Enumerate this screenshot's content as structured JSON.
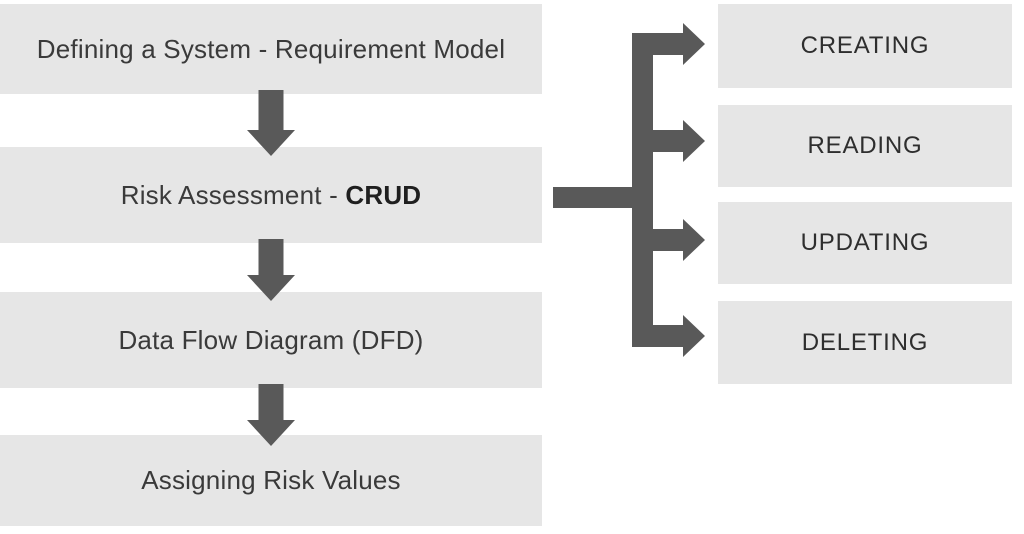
{
  "colors": {
    "background": "#ffffff",
    "box_fill": "#e6e6e6",
    "connector": "#595959",
    "step_text": "#3a3a3a",
    "operation_text": "#2e2e2e"
  },
  "flow_steps": [
    {
      "label": "Defining a System - Requirement Model"
    },
    {
      "label_prefix": "Risk Assessment - ",
      "label_bold": "CRUD"
    },
    {
      "label": "Data Flow Diagram (DFD)"
    },
    {
      "label": "Assigning Risk Values"
    }
  ],
  "crud_operations": [
    {
      "label": "CREATING"
    },
    {
      "label": "READING"
    },
    {
      "label": "UPDATING"
    },
    {
      "label": "DELETING"
    }
  ]
}
